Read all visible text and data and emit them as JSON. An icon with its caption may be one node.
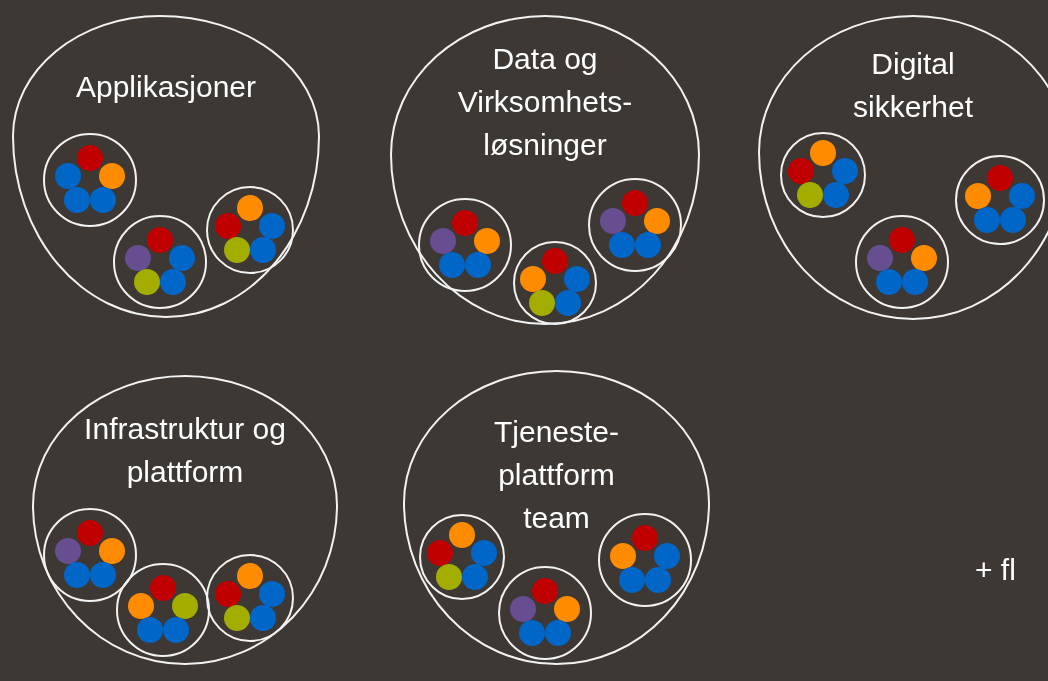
{
  "diagram": {
    "nodes": [
      {
        "text": [
          "Applikasjoner"
        ]
      },
      {
        "text": [],
        "shape": "circle",
        "in": 0
      },
      {
        "text": [],
        "shape": "circle",
        "in": 0
      },
      {
        "text": [],
        "shape": "circle",
        "in": 0
      },
      {
        "text": [
          "Data og Virksomhets- løsninger"
        ]
      },
      {
        "text": [],
        "shape": "circle",
        "in": 4
      },
      {
        "text": [],
        "shape": "circle",
        "in": 4
      },
      {
        "text": [],
        "shape": "circle",
        "in": 4
      },
      {
        "text": [
          "Digital sikkerhet"
        ]
      },
      {
        "text": [],
        "shape": "circle",
        "in": 8
      },
      {
        "text": [],
        "shape": "circle",
        "in": 8
      },
      {
        "text": [],
        "shape": "circle",
        "in": 8
      },
      {
        "text": [
          "Infrastruktur og plattform"
        ]
      },
      {
        "text": [],
        "shape": "circle",
        "in": 12
      },
      {
        "text": [],
        "shape": "circle",
        "in": 12
      },
      {
        "text": [],
        "shape": "circle",
        "in": 12
      },
      {
        "text": [
          "Tjeneste- plattform team"
        ]
      },
      {
        "text": [],
        "shape": "circle",
        "in": 16
      },
      {
        "text": [],
        "shape": "circle",
        "in": 16
      },
      {
        "text": [],
        "shape": "circle",
        "in": 16
      }
    ],
    "labels": [
      "+ fl"
    ]
  }
}
